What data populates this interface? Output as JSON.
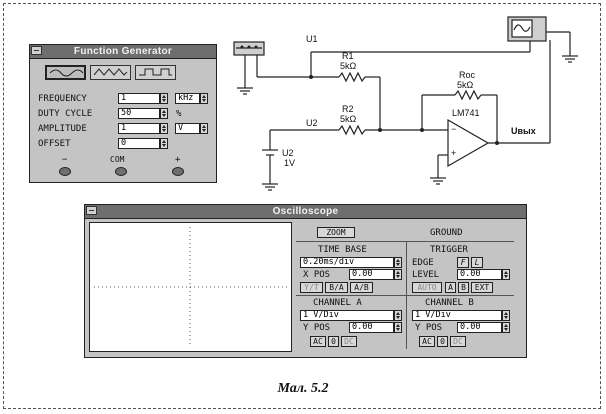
{
  "function_generator": {
    "title": "Function Generator",
    "frequency_label": "FREQUENCY",
    "frequency_value": "1",
    "frequency_unit": "kHz",
    "duty_cycle_label": "DUTY CYCLE",
    "duty_cycle_value": "50",
    "duty_cycle_unit": "%",
    "amplitude_label": "AMPLITUDE",
    "amplitude_value": "1",
    "amplitude_unit": "V",
    "offset_label": "OFFSET",
    "offset_value": "0",
    "term_minus": "−",
    "term_com": "COM",
    "term_plus": "+"
  },
  "circuit": {
    "u1_label": "U1",
    "r1_name": "R1",
    "r1_value": "5kΩ",
    "u2_label": "U2",
    "r2_name": "R2",
    "r2_value": "5kΩ",
    "roc_name": "Roc",
    "roc_value": "5kΩ",
    "opamp_name": "LM741",
    "opamp_minus": "−",
    "opamp_plus": "+",
    "battery_name": "U2",
    "battery_value": "1V",
    "output_label": "Uвых"
  },
  "oscilloscope": {
    "title": "Oscilloscope",
    "zoom_label": "ZOOM",
    "ground_label": "GROUND",
    "time_base_label": "TIME BASE",
    "time_base_value": "0.20ms/div",
    "xpos_label": "X POS",
    "xpos_value": "0.00",
    "mode_vt": "Y/T",
    "mode_ba": "B/A",
    "mode_ab": "A/B",
    "trigger_label": "TRIGGER",
    "edge_label": "EDGE",
    "edge_rise": "F",
    "edge_fall": "L",
    "level_label": "LEVEL",
    "level_value": "0.00",
    "trig_auto": "AUTO",
    "trig_a": "A",
    "trig_b": "B",
    "trig_ext": "EXT",
    "channel_a_label": "CHANNEL A",
    "channel_a_scale": "1 V/Div",
    "channel_a_ypos_label": "Y POS",
    "channel_a_ypos_value": "0.00",
    "channel_a_ac": "AC",
    "channel_a_zero": "0",
    "channel_a_dc": "DC",
    "channel_b_label": "CHANNEL B",
    "channel_b_scale": "1 V/Div",
    "channel_b_ypos_label": "Y POS",
    "channel_b_ypos_value": "0.00",
    "channel_b_ac": "AC",
    "channel_b_zero": "0",
    "channel_b_dc": "DC"
  },
  "caption": "Мал. 5.2"
}
